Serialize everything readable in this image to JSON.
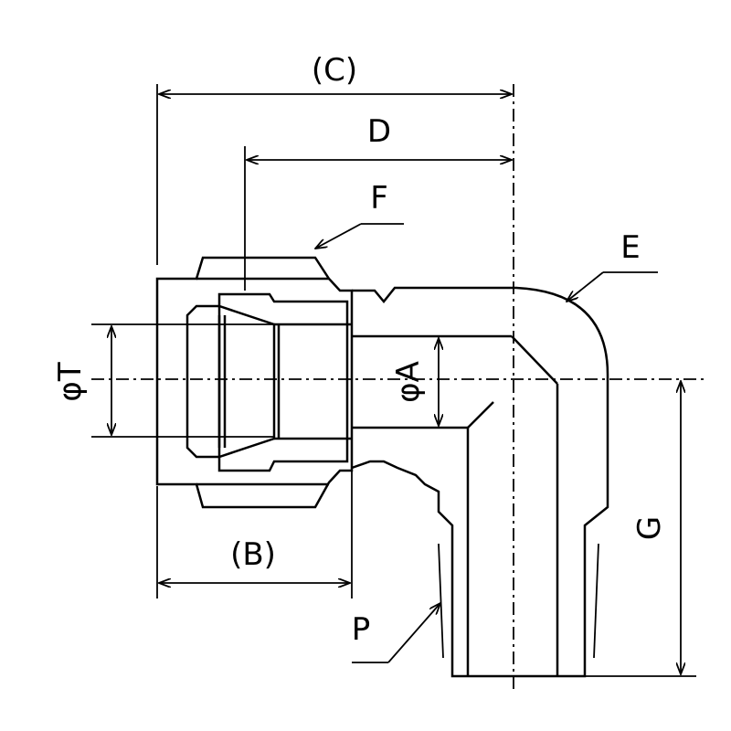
{
  "labels": {
    "C": "(C)",
    "D": "D",
    "F": "F",
    "E": "E",
    "T": "φT",
    "A": "φA",
    "G": "G",
    "B": "(B)",
    "P": "P"
  },
  "colors": {
    "line": "#000000",
    "background": "#ffffff"
  }
}
